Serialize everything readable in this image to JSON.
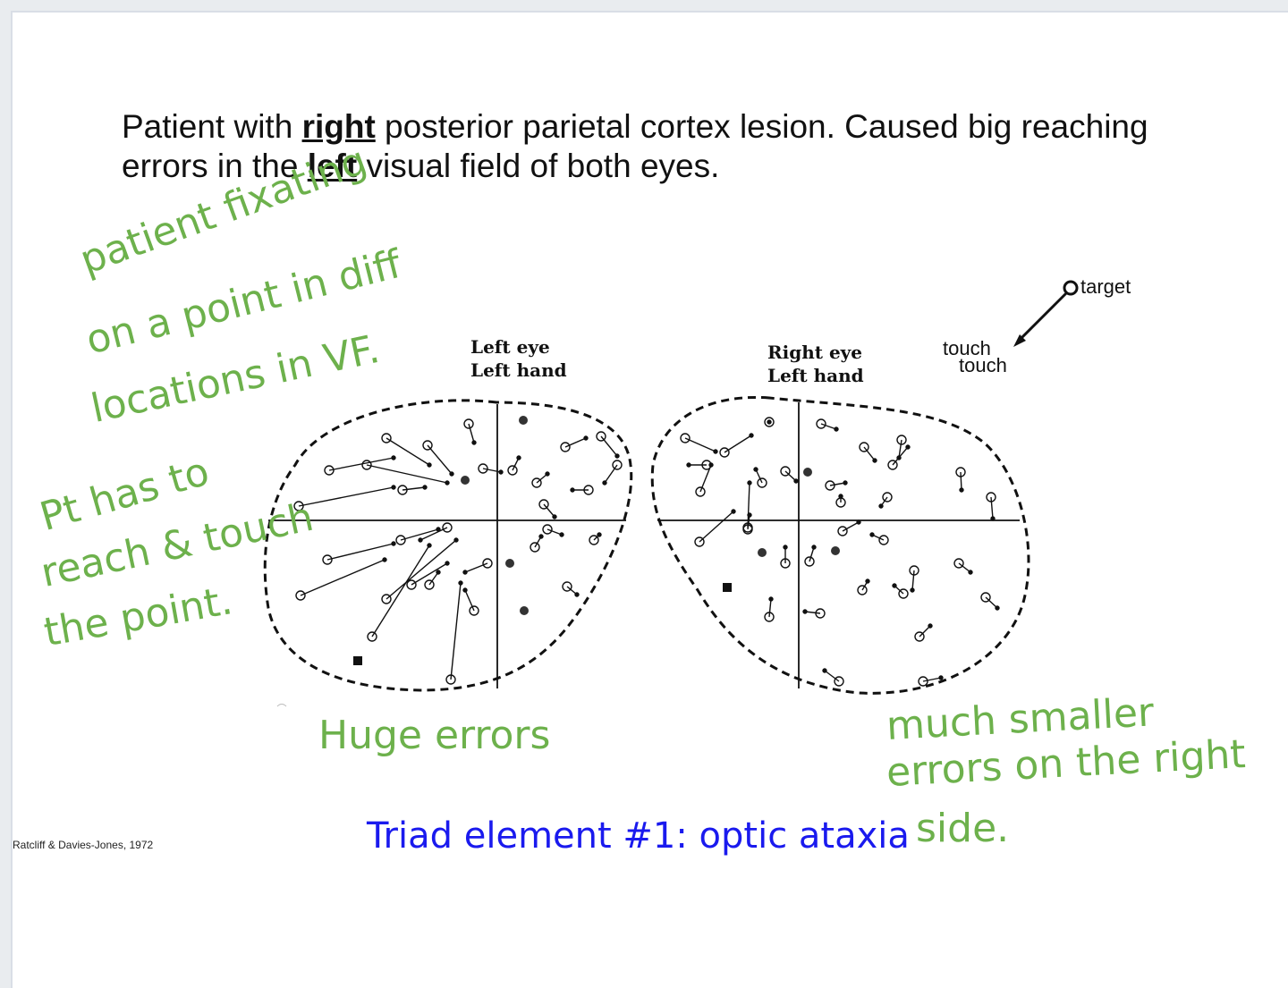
{
  "slide": {
    "title_parts": [
      "Patient with ",
      "right",
      " posterior parietal cortex lesion. Caused big reaching errors in the ",
      "left",
      " visual field of both eyes."
    ],
    "caption": "Triad element #1: optic ataxia",
    "citation": "Ratcliff & Davies-Jones, 1972"
  },
  "left_panel": {
    "line1": "Left eye",
    "line2": "Left hand"
  },
  "right_panel": {
    "line1": "Right eye",
    "line2": "Left hand"
  },
  "legend": {
    "target": "target",
    "touch1": "touch",
    "touch2": "touch"
  },
  "annotations": {
    "fixation": [
      "patient fixating",
      "on a point in diff",
      "locations in VF."
    ],
    "reach": [
      "Pt has to",
      "reach & touch",
      "the point."
    ],
    "huge": "Huge errors",
    "smaller": [
      "much smaller",
      "errors on the right",
      "side."
    ]
  },
  "colors": {
    "handwriting": "#6db14c",
    "caption": "#1a1aee"
  }
}
